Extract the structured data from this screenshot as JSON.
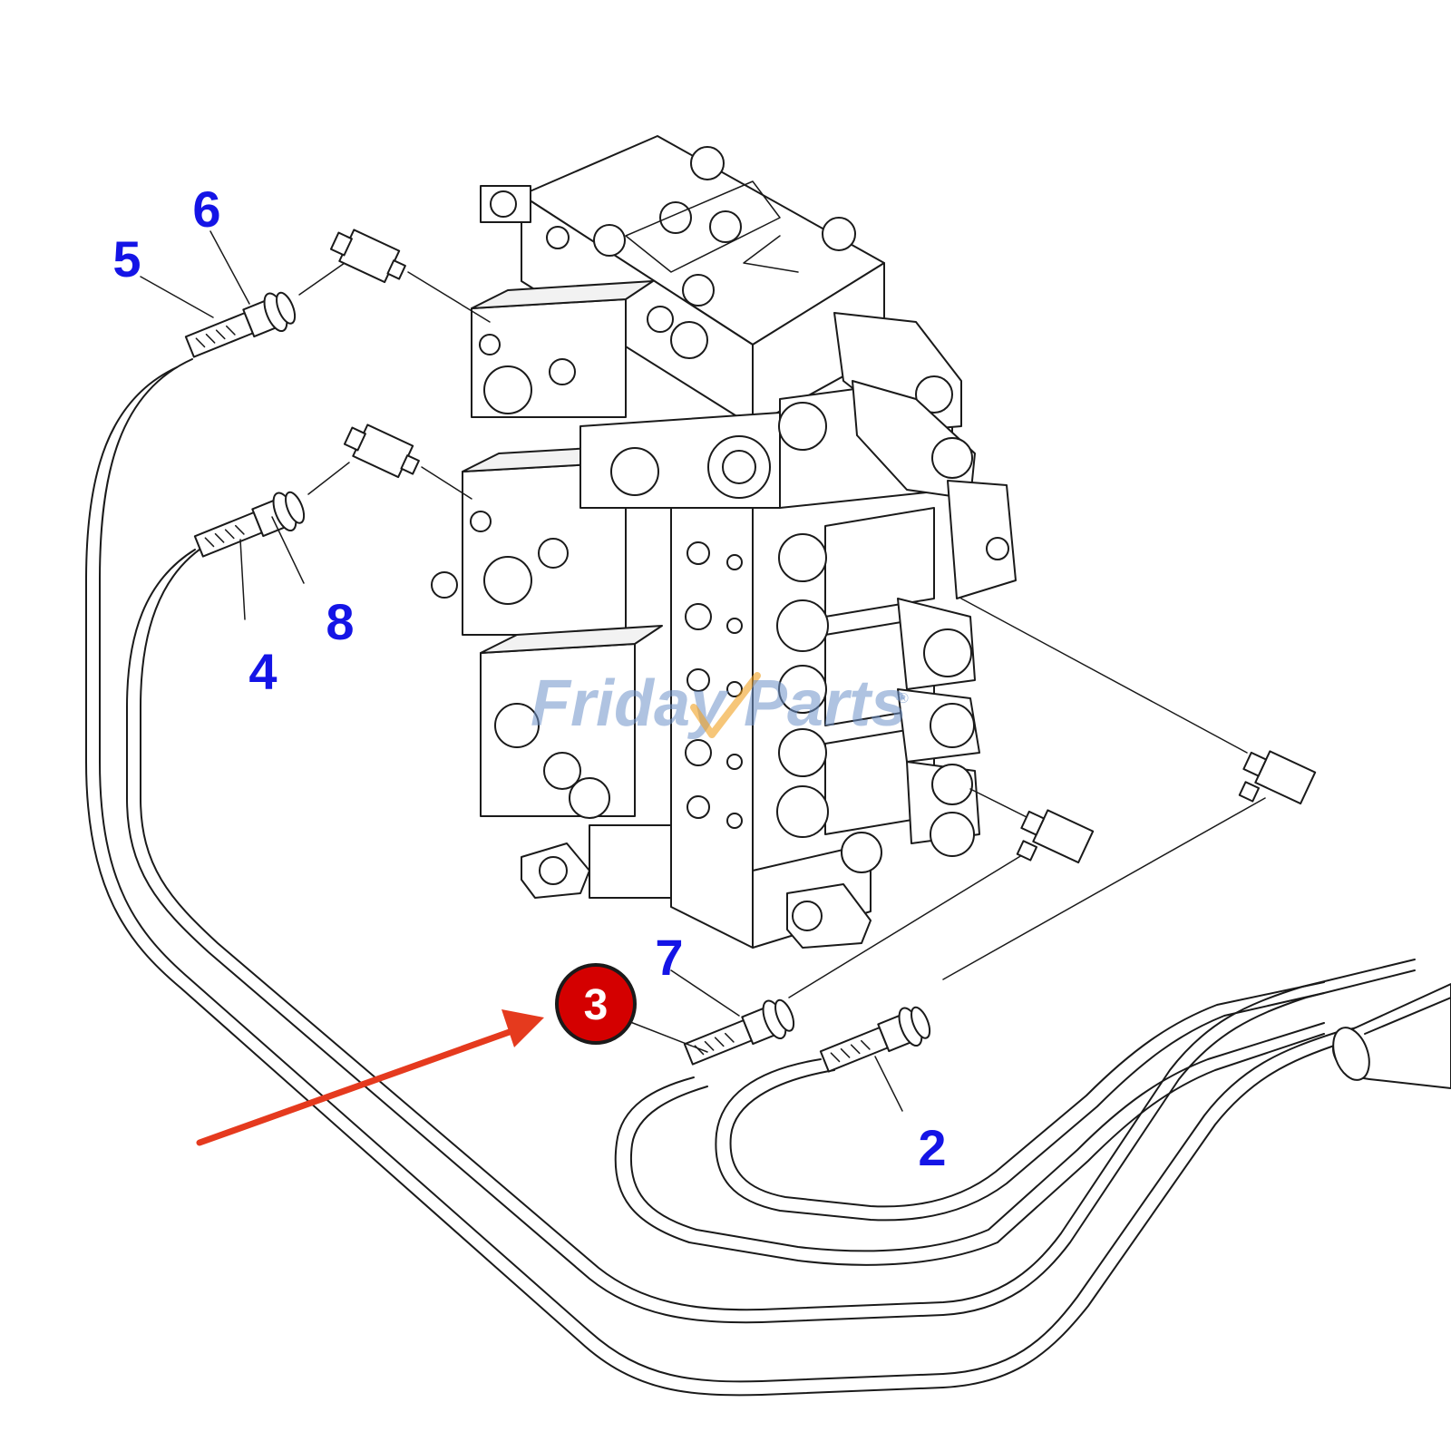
{
  "colors": {
    "callout": "#1414e6",
    "highlight_fill": "#d40000",
    "highlight_text": "#ffffff",
    "arrow": "#e53a1e",
    "line": "#1a1a1a",
    "watermark_blue": "#6f93c9",
    "watermark_orange": "#f0a020"
  },
  "callouts": {
    "c2": "2",
    "c4": "4",
    "c5": "5",
    "c6": "6",
    "c7": "7",
    "c8": "8"
  },
  "highlight": {
    "label": "3"
  },
  "watermark": {
    "part1": "Friday",
    "part2": "Parts",
    "registered": "®"
  }
}
